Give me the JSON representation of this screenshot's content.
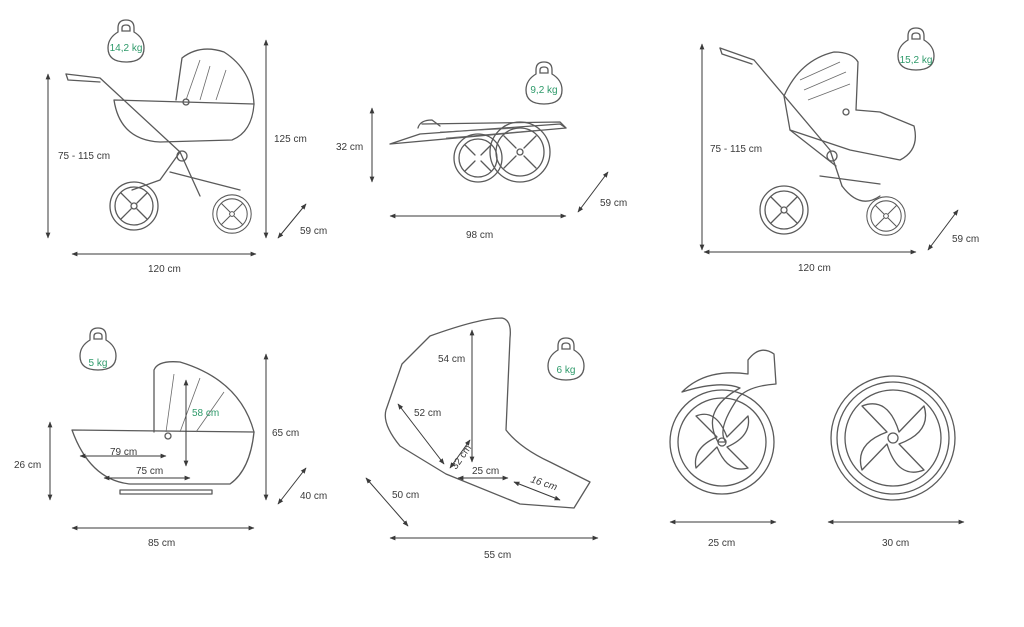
{
  "colors": {
    "line": "#5a5a5a",
    "dimension": "#3a3a3a",
    "accent_green": "#2e9a6a"
  },
  "panels": {
    "pram": {
      "weight": "14,2 kg",
      "height_range": "75 - 115 cm",
      "total_height": "125 cm",
      "length": "120 cm",
      "width": "59 cm"
    },
    "folded": {
      "weight": "9,2 kg",
      "height": "32 cm",
      "length": "98 cm",
      "width": "59 cm"
    },
    "stroller": {
      "weight": "15,2 kg",
      "height_range": "75 - 115 cm",
      "length": "120 cm",
      "width": "59 cm"
    },
    "carrycot": {
      "weight": "5 kg",
      "hood_height": "58 cm",
      "inner_length": "79 cm",
      "base_length": "75 cm",
      "height": "26 cm",
      "total_height": "65 cm",
      "width": "40 cm",
      "length": "85 cm"
    },
    "seat": {
      "weight": "6 kg",
      "back_height": "54 cm",
      "back_length": "52 cm",
      "angle_depth": "32 cm",
      "seat_depth": "25 cm",
      "footrest": "16 cm",
      "side": "50 cm",
      "length": "55 cm"
    },
    "wheels": {
      "front_diameter": "25 cm",
      "rear_diameter": "30 cm"
    }
  }
}
